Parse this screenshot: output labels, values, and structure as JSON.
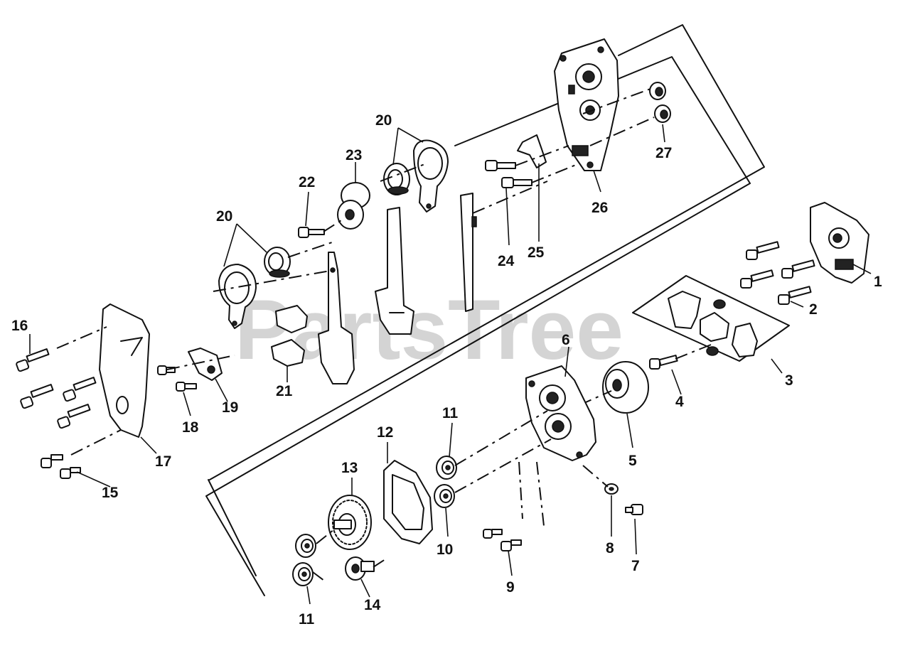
{
  "watermark": "PartsTree",
  "callouts": {
    "c1": "1",
    "c2": "2",
    "c3": "3",
    "c4": "4",
    "c5": "5",
    "c6": "6",
    "c7": "7",
    "c8": "8",
    "c9": "9",
    "c10": "10",
    "c11a": "11",
    "c11b": "11",
    "c12": "12",
    "c13": "13",
    "c14": "14",
    "c15": "15",
    "c16": "16",
    "c17": "17",
    "c18": "18",
    "c19": "19",
    "c20a": "20",
    "c20b": "20",
    "c21": "21",
    "c22": "22",
    "c23": "23",
    "c24": "24",
    "c25": "25",
    "c26": "26",
    "c27": "27"
  }
}
